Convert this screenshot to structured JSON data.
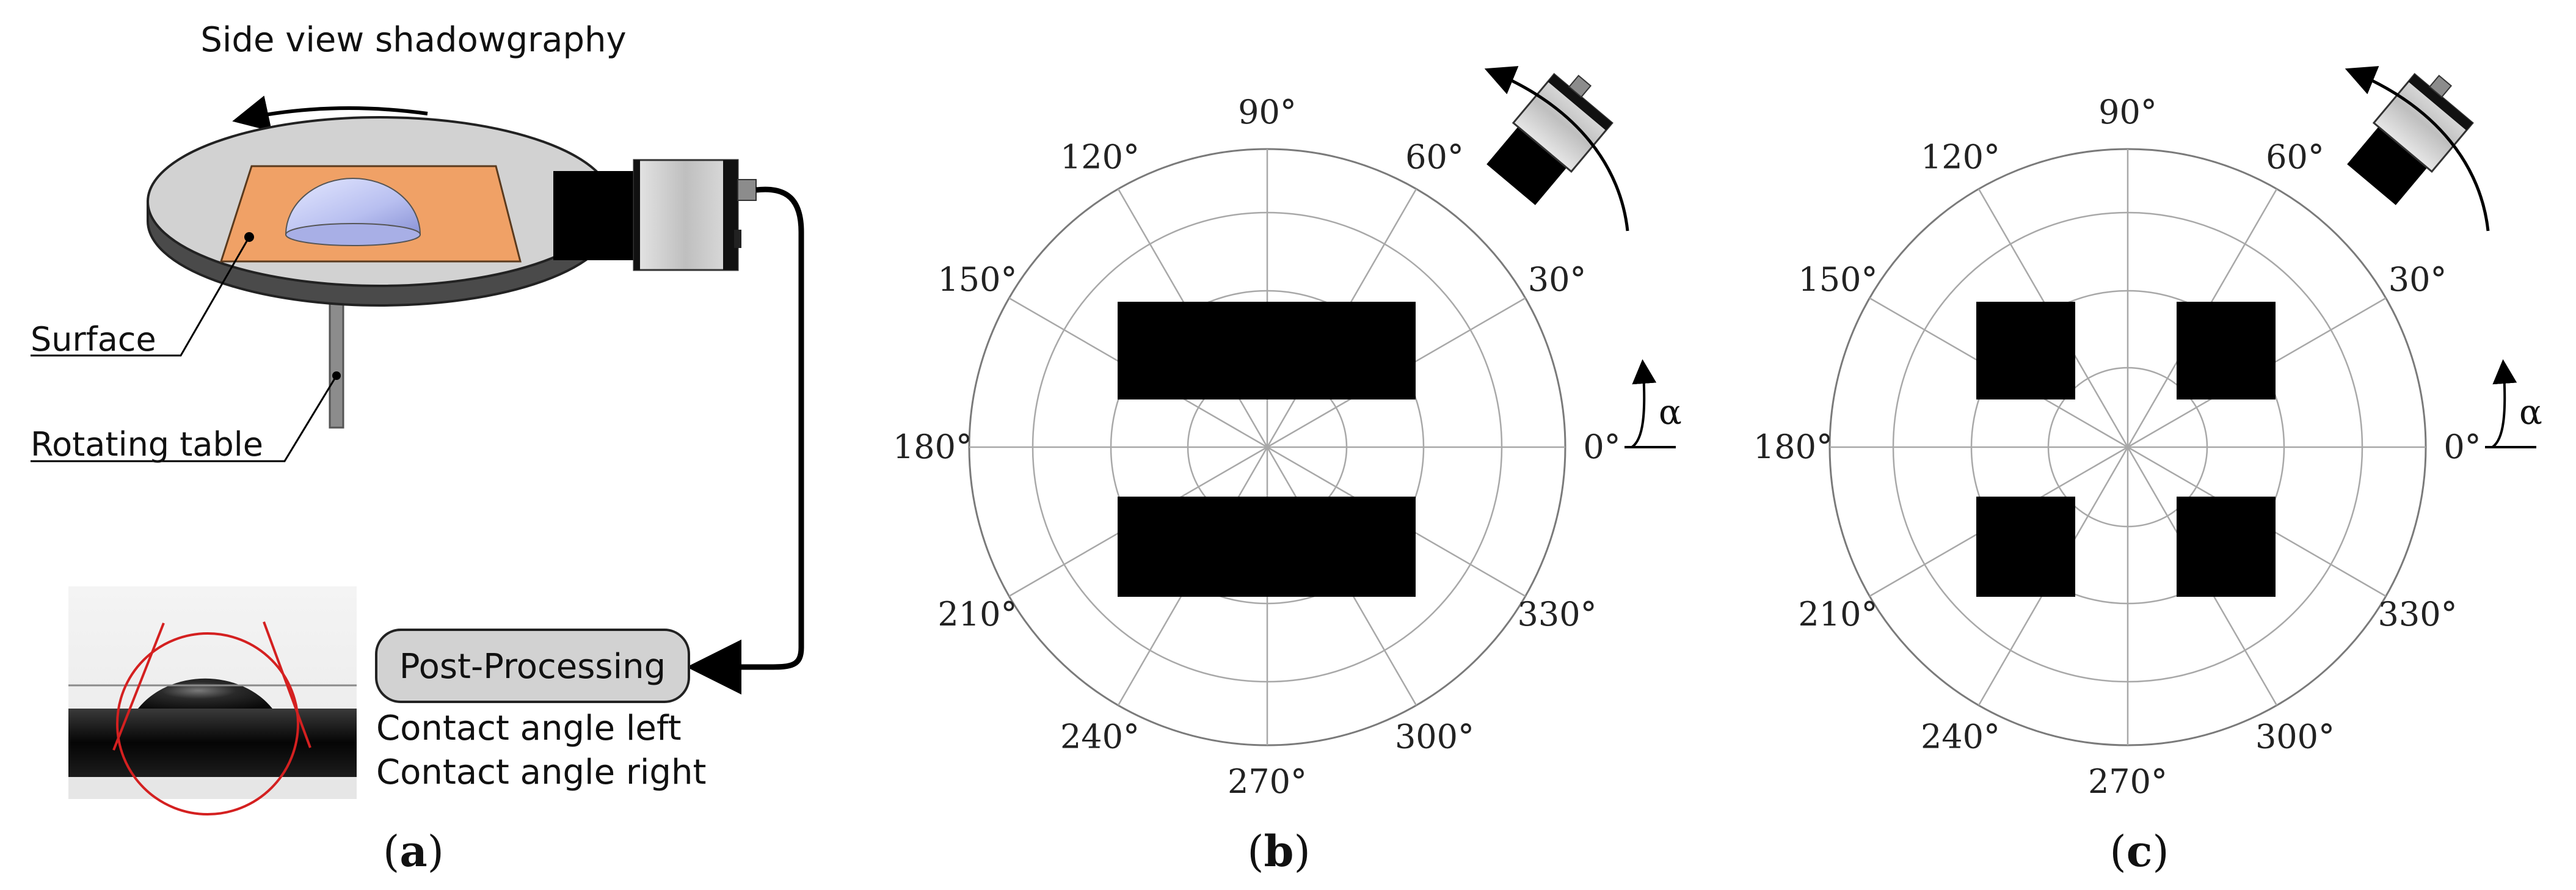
{
  "panel_a": {
    "title": "Side view shadowgraphy",
    "surface_label": "Surface",
    "table_label": "Rotating table",
    "process_label": "Post-Processing",
    "output_left": "Contact angle left",
    "output_right": "Contact angle right",
    "caption_letter": "a"
  },
  "panel_b": {
    "caption_letter": "b",
    "angle_symbol": "α",
    "angle_labels": [
      "0°",
      "30°",
      "60°",
      "90°",
      "120°",
      "150°",
      "180°",
      "210°",
      "240°",
      "270°",
      "300°",
      "330°"
    ],
    "pattern": "two horizontal rectangles"
  },
  "panel_c": {
    "caption_letter": "c",
    "angle_symbol": "α",
    "angle_labels": [
      "0°",
      "30°",
      "60°",
      "90°",
      "120°",
      "150°",
      "180°",
      "210°",
      "240°",
      "270°",
      "300°",
      "330°"
    ],
    "pattern": "four squares"
  },
  "colors": {
    "surface": "#f0a166",
    "table_top": "#d2d2d2",
    "droplet": "#b8bff0",
    "fit_line": "#d42020",
    "pattern": "#000000",
    "grid": "#9a9a9a"
  }
}
